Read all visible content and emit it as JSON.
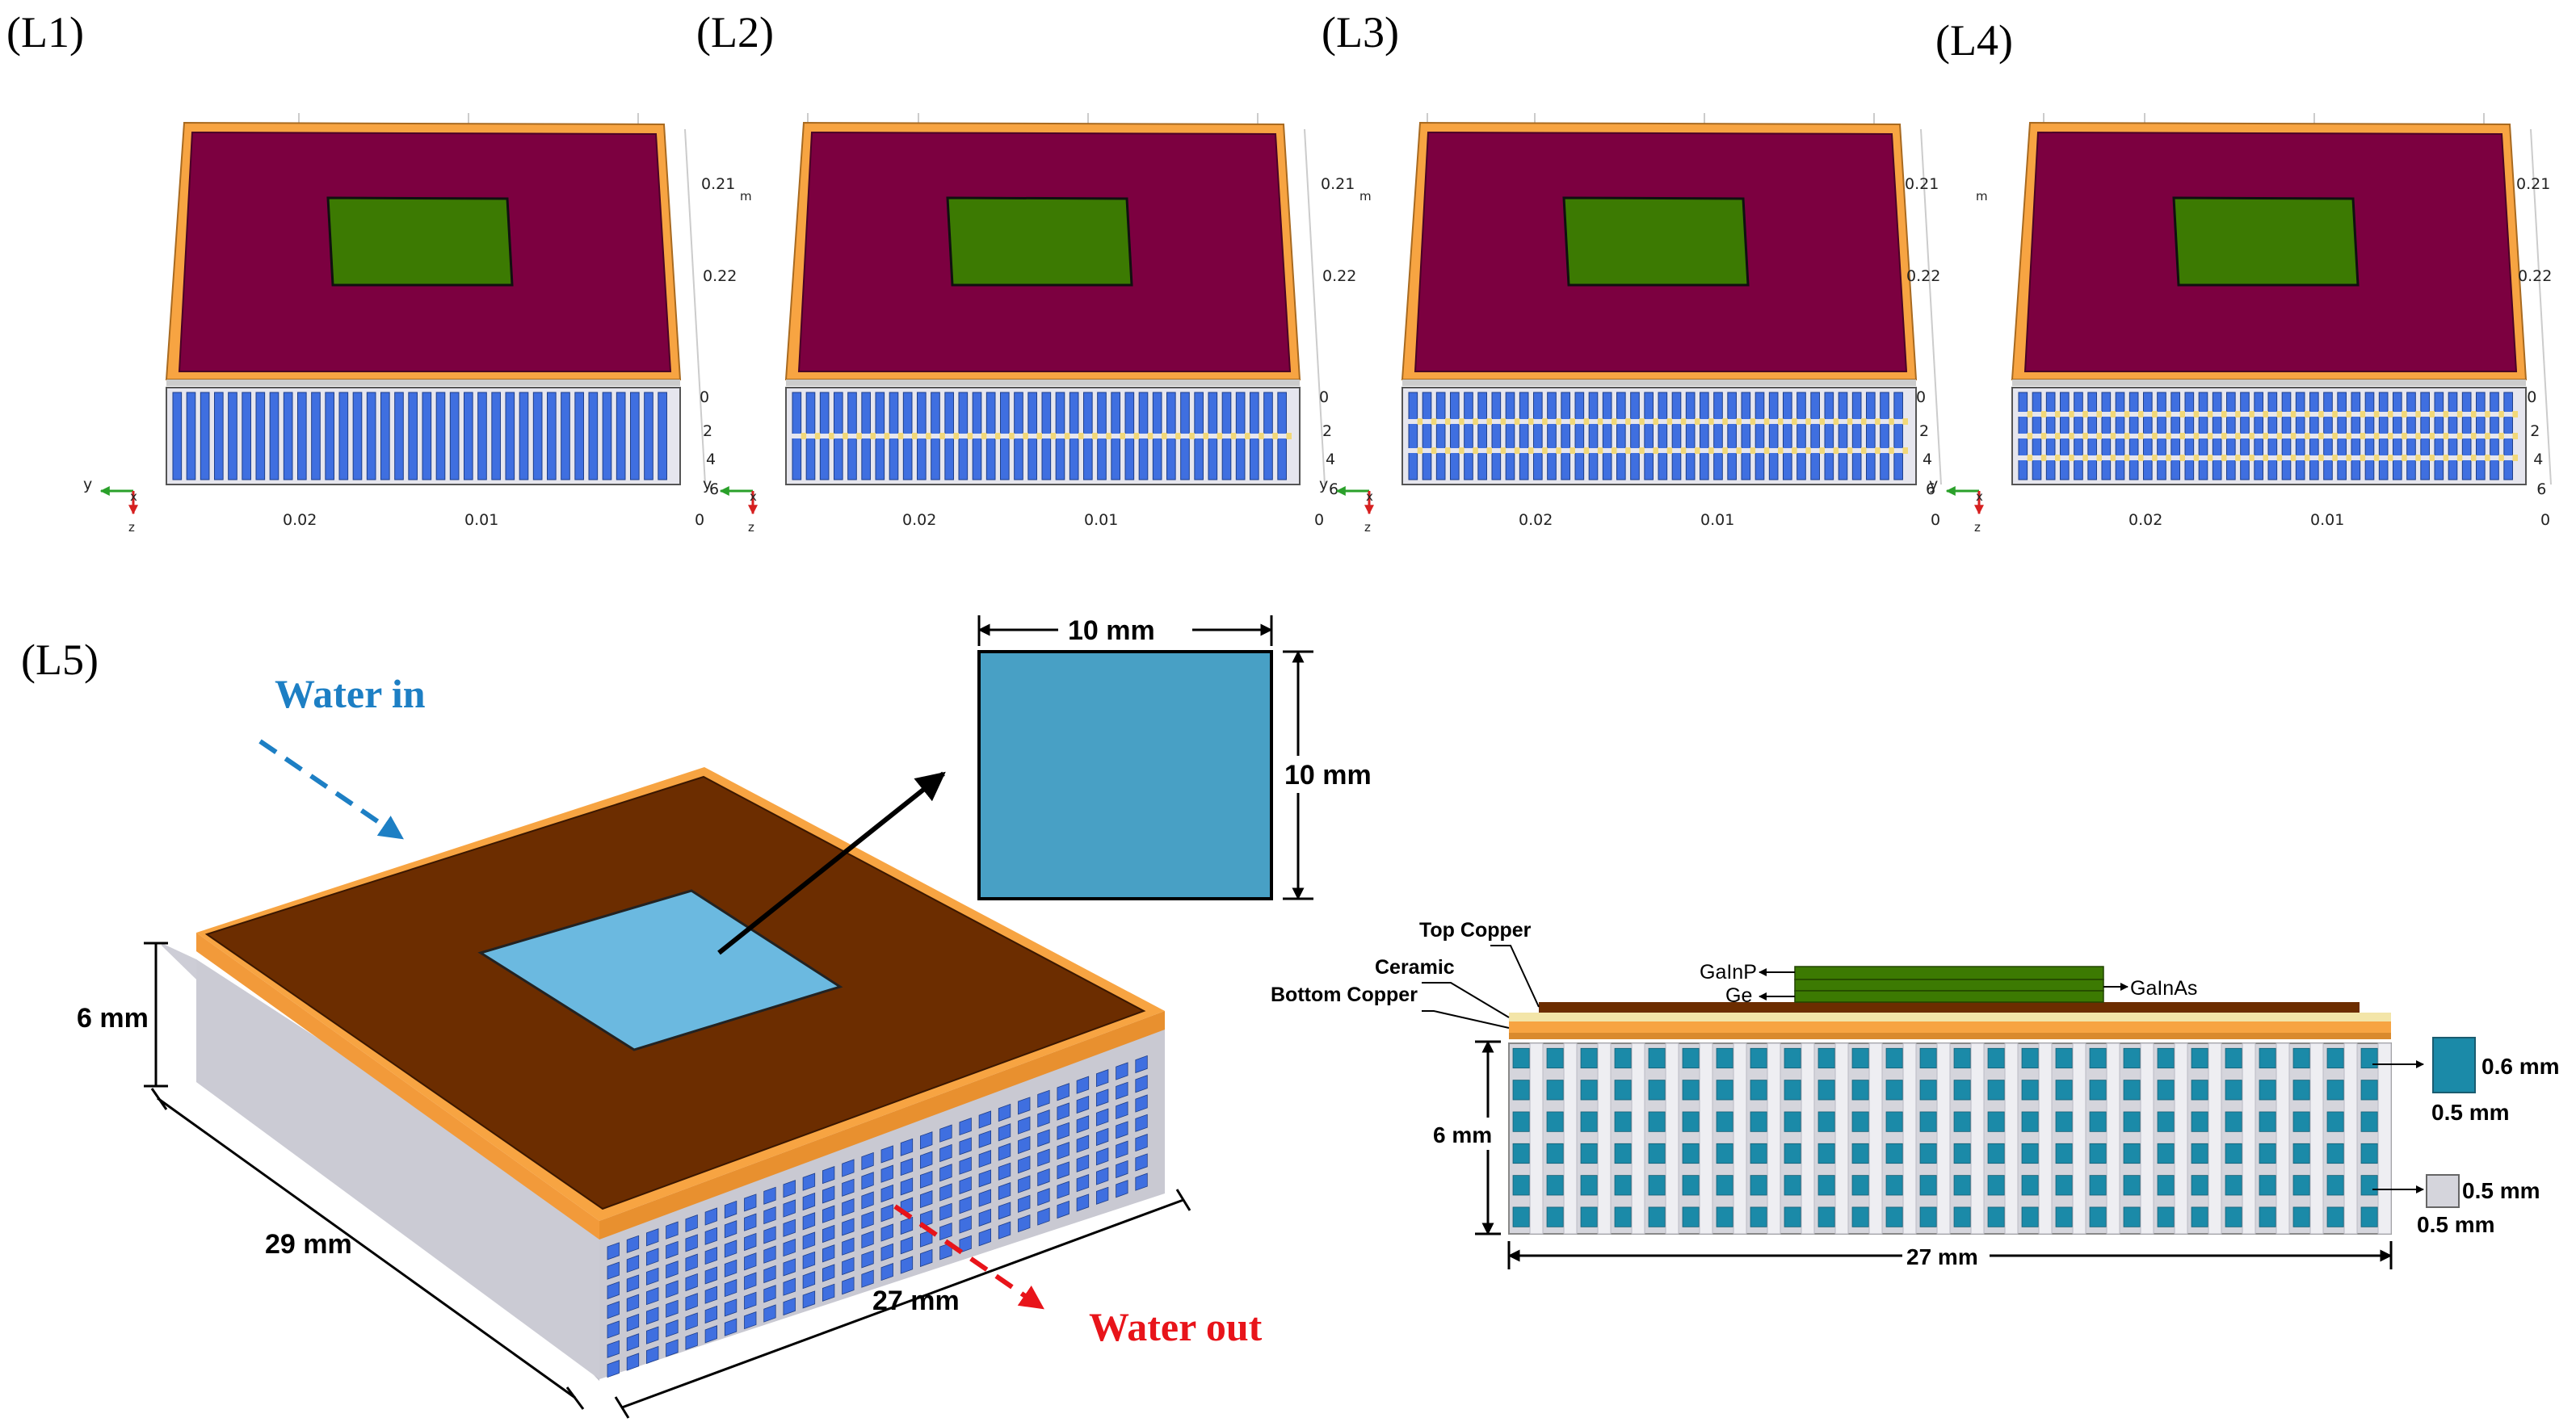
{
  "panels": {
    "L1": "(L1)",
    "L2": "(L2)",
    "L3": "(L3)",
    "L4": "(L4)",
    "L5": "(L5)"
  },
  "small_views": {
    "right_ticks_top": [
      "0.21",
      "0.22"
    ],
    "right_ticks_bottom": [
      "0",
      "2",
      "4",
      "6"
    ],
    "right_unit": "m",
    "bottom_ticks": [
      "0.02",
      "0.01",
      "0"
    ],
    "axis_y": "y",
    "axis_z": "z",
    "axis_x": "x",
    "rows_of_pins": [
      1,
      2,
      3,
      4
    ]
  },
  "iso_view": {
    "water_in": "Water in",
    "water_out": "Water out",
    "height": "6 mm",
    "depth": "29 mm",
    "width": "27 mm"
  },
  "cell_inset": {
    "width": "10 mm",
    "height": "10 mm"
  },
  "cross_section": {
    "top_copper": "Top Copper",
    "ceramic": "Ceramic",
    "bottom_copper": "Bottom Copper",
    "gainp": "GaInP",
    "ge": "Ge",
    "gainas": "GaInAs",
    "height": "6 mm",
    "width": "27 mm",
    "channel_h": "0.6 mm",
    "channel_w": "0.5 mm",
    "fin_h": "0.5 mm",
    "fin_w": "0.5 mm"
  },
  "colors": {
    "top_copper": "#f7a442",
    "ceramic": "#7c0040",
    "cell": "#3c7a02",
    "channel": "#3f6fe0",
    "fin": "#e8e8ee",
    "iso_top": "#6c2d00",
    "iso_cell": "#6bb9e0",
    "inset_cell": "#48a0c5",
    "cross_channel": "#1b8aa8",
    "water_in": "#1d7fc4",
    "water_out": "#e8141a"
  }
}
